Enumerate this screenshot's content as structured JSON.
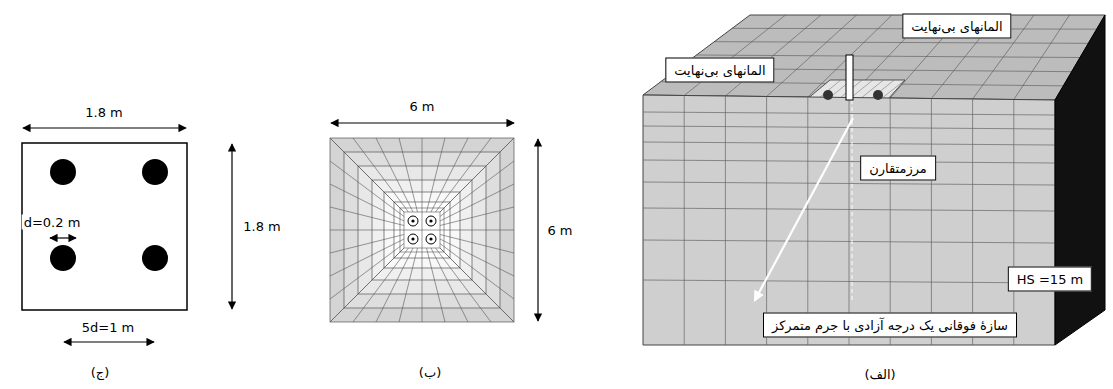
{
  "diagram": {
    "nodes": [
      {
        "text": [
          "المانهای بی‌نهایت"
        ]
      },
      {
        "text": [
          "المانهای بی‌نهایت"
        ]
      },
      {
        "text": [
          "مرزمتقارن"
        ]
      },
      {
        "text": [
          "HS =15 m"
        ]
      },
      {
        "text": [
          "سازهٔ فوقانی یک درجه آزادی با جرم متمرکز"
        ]
      }
    ],
    "labels": [
      "1.8 m",
      "1.8 m",
      "d=0.2 m",
      "5d=1 m",
      "(ج)",
      "6 m",
      "6 m",
      "(ب)",
      "(الف)"
    ]
  }
}
